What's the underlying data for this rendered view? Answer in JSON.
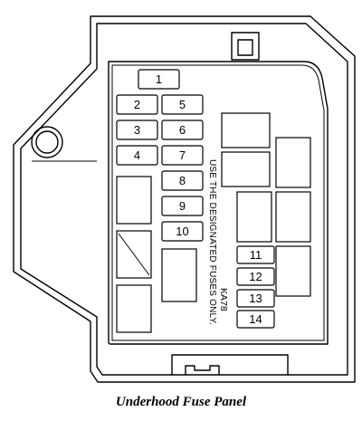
{
  "caption": "Underhood Fuse Panel",
  "instruction_text": "USE THE DESIGNATED FUSES ONLY.",
  "panel_code": "KA78",
  "fuses": [
    {
      "id": "fuse-1",
      "label": "1"
    },
    {
      "id": "fuse-2",
      "label": "2"
    },
    {
      "id": "fuse-3",
      "label": "3"
    },
    {
      "id": "fuse-4",
      "label": "4"
    },
    {
      "id": "fuse-5",
      "label": "5"
    },
    {
      "id": "fuse-6",
      "label": "6"
    },
    {
      "id": "fuse-7",
      "label": "7"
    },
    {
      "id": "fuse-8",
      "label": "8"
    },
    {
      "id": "fuse-9",
      "label": "9"
    },
    {
      "id": "fuse-10",
      "label": "10"
    },
    {
      "id": "fuse-11",
      "label": "11"
    },
    {
      "id": "fuse-12",
      "label": "12"
    },
    {
      "id": "fuse-13",
      "label": "13"
    },
    {
      "id": "fuse-14",
      "label": "14"
    }
  ]
}
